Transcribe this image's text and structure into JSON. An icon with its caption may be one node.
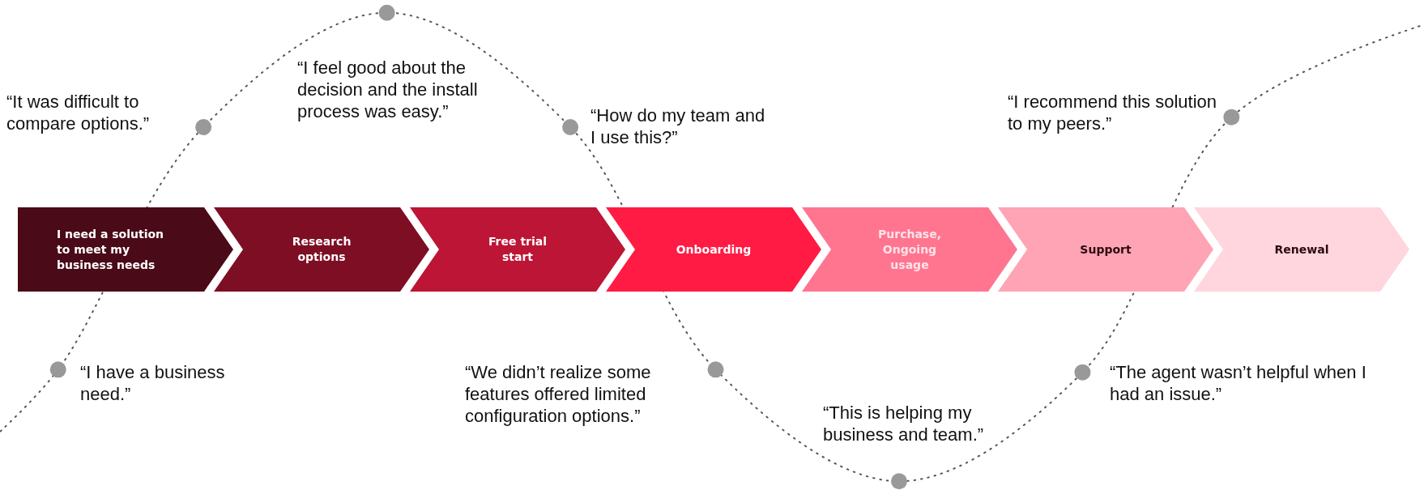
{
  "diagram": {
    "nodes": [
      {
        "text": [
          "I need a solution to meet my business needs"
        ]
      },
      {
        "text": [
          "Research options"
        ]
      },
      {
        "text": [
          "Free trial start"
        ]
      },
      {
        "text": [
          "Onboarding"
        ]
      },
      {
        "text": [
          "Purchase, Ongoing usage"
        ]
      },
      {
        "text": [
          "Support"
        ]
      },
      {
        "text": [
          "Renewal"
        ]
      }
    ],
    "labels": [
      "“It was difficult to compare options.”",
      "“I feel good about the decision and the install process was easy.”",
      "“How do my team and I use this?”",
      "“I recommend this solution to my peers.”",
      "“I have a business need.”",
      "“We didn’t realize some features offered limited configuration options.”",
      "“This is helping my business and team.”",
      "“The agent wasn’t helpful when I had an issue.”"
    ]
  }
}
